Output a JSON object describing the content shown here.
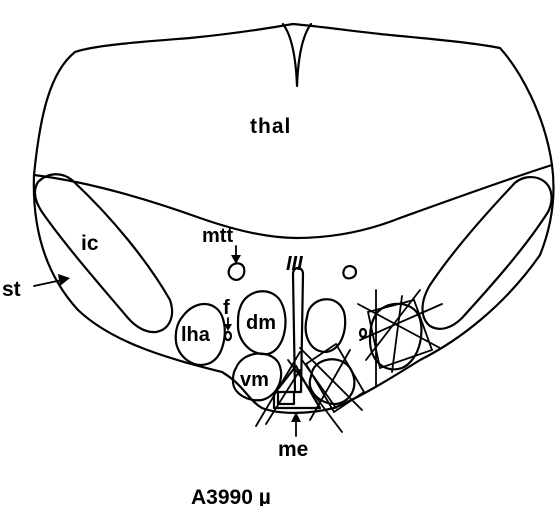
{
  "labels": {
    "thal": "thal",
    "ic": "ic",
    "st": "st",
    "mtt": "mtt",
    "iii": "III",
    "f": "f",
    "dm": "dm",
    "lha": "lha",
    "vm": "vm",
    "me": "me"
  },
  "caption": "A3990 µ",
  "colors": {
    "ink": "#000000",
    "paper": "#ffffff"
  }
}
